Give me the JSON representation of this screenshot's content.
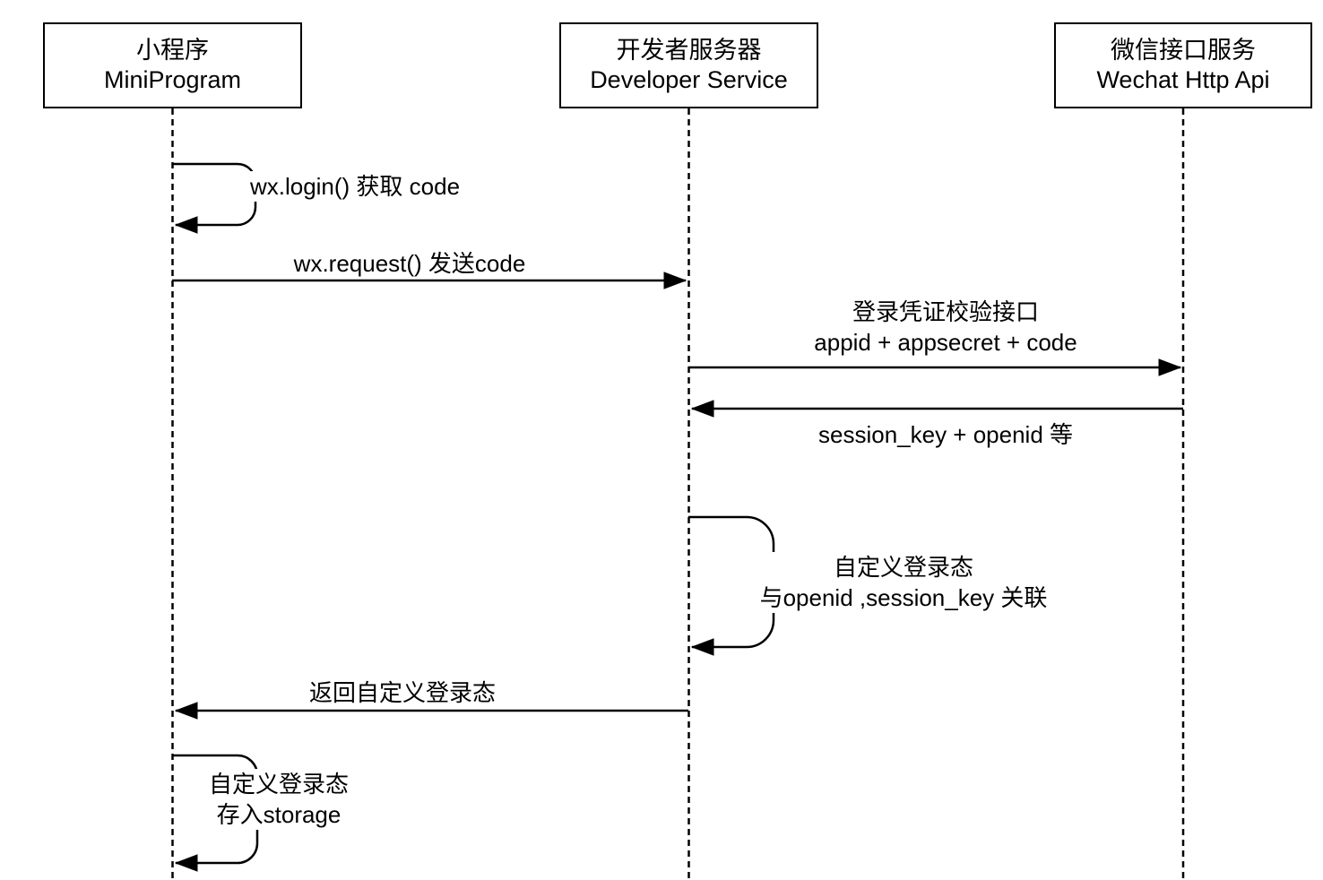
{
  "diagram_type": "sequence-diagram",
  "colors": {
    "background": "#ffffff",
    "stroke": "#000000",
    "text": "#000000"
  },
  "actors": [
    {
      "id": "miniprogram",
      "name_zh": "小程序",
      "name_en": "MiniProgram"
    },
    {
      "id": "developer-service",
      "name_zh": "开发者服务器",
      "name_en": "Developer Service"
    },
    {
      "id": "wechat-http-api",
      "name_zh": "微信接口服务",
      "name_en": "Wechat Http Api"
    }
  ],
  "messages": [
    {
      "kind": "self-loop",
      "actor": "miniprogram",
      "label_lines": [
        "wx.login() 获取 code"
      ]
    },
    {
      "kind": "message",
      "from": "miniprogram",
      "to": "developer-service",
      "label_lines": [
        "wx.request() 发送code"
      ]
    },
    {
      "kind": "message",
      "from": "developer-service",
      "to": "wechat-http-api",
      "label_lines": [
        "登录凭证校验接口",
        "appid + appsecret + code"
      ]
    },
    {
      "kind": "message",
      "from": "wechat-http-api",
      "to": "developer-service",
      "label_lines": [
        "session_key + openid 等"
      ]
    },
    {
      "kind": "self-loop",
      "actor": "developer-service",
      "label_lines": [
        "自定义登录态",
        "与openid ,session_key 关联"
      ]
    },
    {
      "kind": "message",
      "from": "developer-service",
      "to": "miniprogram",
      "label_lines": [
        "返回自定义登录态"
      ]
    },
    {
      "kind": "self-loop",
      "actor": "miniprogram",
      "label_lines": [
        "自定义登录态",
        "存入storage"
      ]
    }
  ]
}
